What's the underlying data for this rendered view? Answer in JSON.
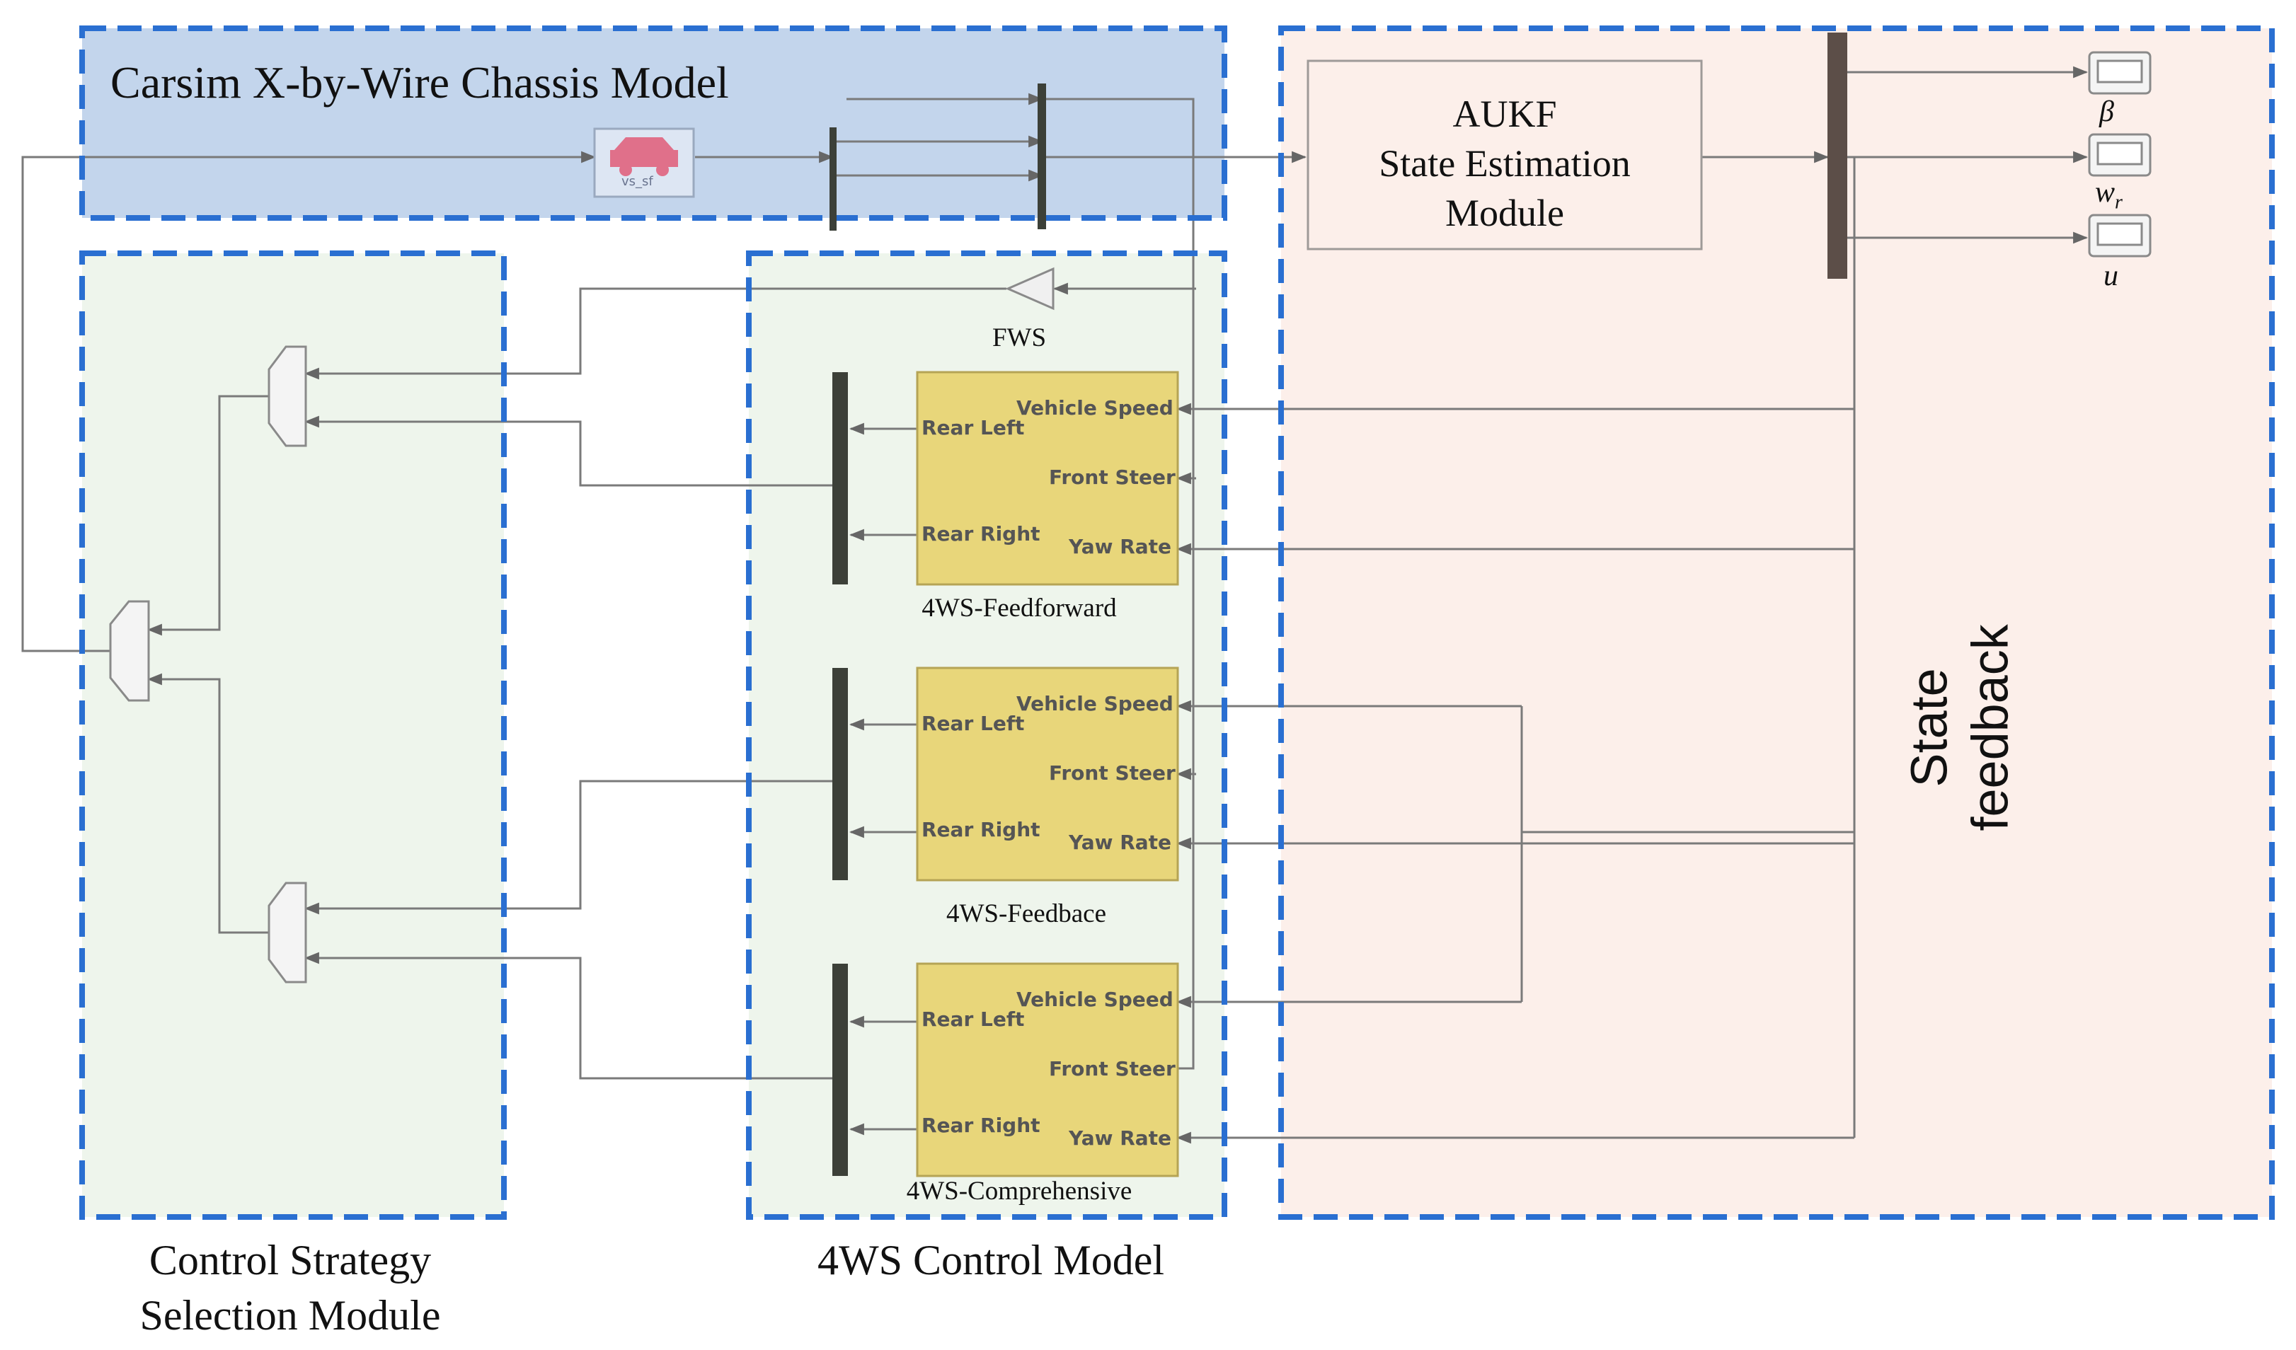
{
  "regions": {
    "chassis": "Carsim X-by-Wire Chassis Model",
    "strategy": "Control Strategy\nSelection Module",
    "control": "4WS Control Model",
    "state_feedback": "State\nfeedback"
  },
  "aukf": {
    "line1": "AUKF",
    "line2": "State Estimation",
    "line3": "Module"
  },
  "gain_label": "FWS",
  "carsim_block_label": "vs_sf",
  "outputs": [
    "β",
    "w",
    "u"
  ],
  "output_subscript": "r",
  "subsystems": [
    {
      "name": "4WS-Feedforward",
      "ports_in": [
        "Vehicle Speed",
        "Front Steer",
        "Yaw Rate"
      ],
      "ports_out": [
        "Rear Left",
        "Rear Right"
      ]
    },
    {
      "name": "4WS-Feedbace",
      "ports_in": [
        "Vehicle Speed",
        "Front Steer",
        "Yaw Rate"
      ],
      "ports_out": [
        "Rear Left",
        "Rear Right"
      ]
    },
    {
      "name": "4WS-Comprehensive",
      "ports_in": [
        "Vehicle Speed",
        "Front Steer",
        "Yaw Rate"
      ],
      "ports_out": [
        "Rear Left",
        "Rear Right"
      ]
    }
  ],
  "colors": {
    "dash_blue": "#2a6fd1",
    "chassis_fill": "#c3d5ec",
    "green_fill": "#eef5ec",
    "pink_fill": "#fcefea",
    "subsystem_fill": "#e8d67a",
    "bar_fill": "#3c4038",
    "wire": "#7a7a7a"
  }
}
